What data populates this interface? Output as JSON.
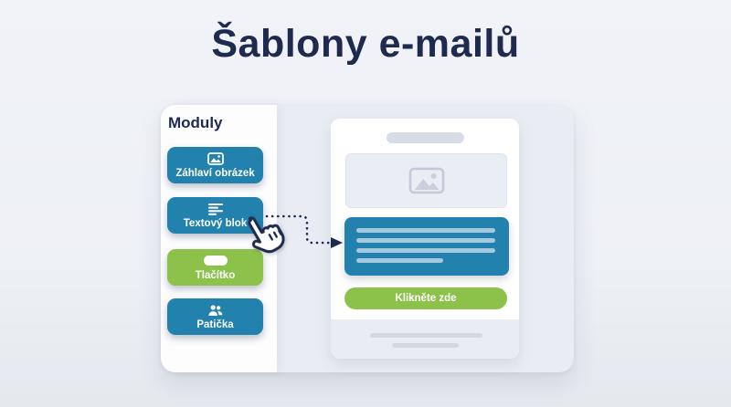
{
  "page": {
    "title": "Šablony e-mailů"
  },
  "colors": {
    "navy": "#1e2b4f",
    "blue": "#2381ae",
    "green": "#8cc24a",
    "line-light-blue": "#a5c9df",
    "placeholder-gray": "#d7dce7",
    "footer-line": "#d2d8e2",
    "canvas-gray": "#e9edf3",
    "img-box": "#e9edf4"
  },
  "sidebar": {
    "heading": "Moduly",
    "modules": [
      {
        "label": "Záhlaví obrázek",
        "icon": "image-icon",
        "color": "blue"
      },
      {
        "label": "Textový blok",
        "icon": "text-lines-icon",
        "color": "blue"
      },
      {
        "label": "Tlačítko",
        "icon": "pill-icon",
        "color": "green"
      },
      {
        "label": "Patička",
        "icon": "people-icon",
        "color": "blue"
      }
    ]
  },
  "preview": {
    "blocks": {
      "header_image": "image-placeholder",
      "text_block_lines": 4,
      "cta_label": "Klikněte zde",
      "footer_lines": 2
    }
  }
}
